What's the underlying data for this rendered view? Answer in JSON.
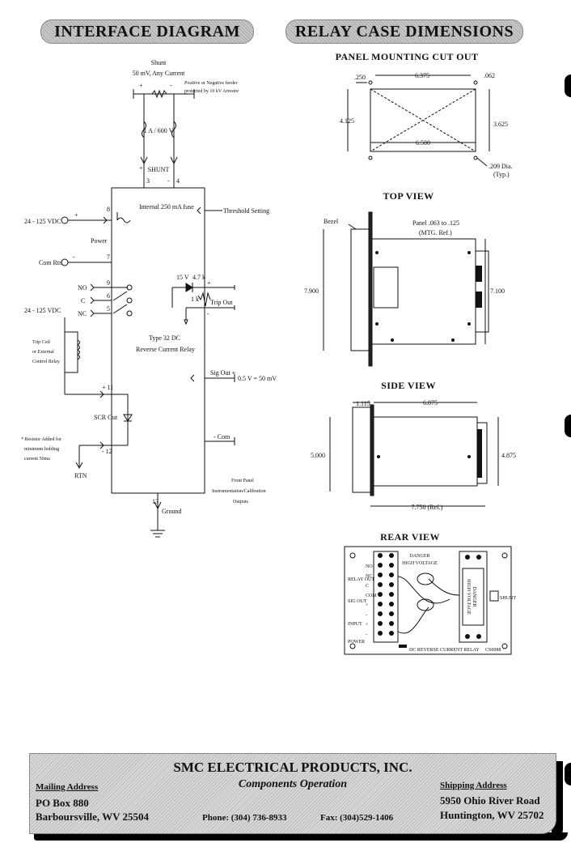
{
  "headers": {
    "interface": "INTERFACE DIAGRAM",
    "relay_case": "RELAY CASE DIMENSIONS"
  },
  "interface_diagram": {
    "shunt_title": "Shunt",
    "shunt_spec": "50 mV, Any Current",
    "feeder_note_1": "Positive or Negative feeder",
    "feeder_note_2": "protected by 10 kV Arrestor",
    "fuse_rating": "1 A / 600 V",
    "shunt_label": "SHUNT",
    "term_3": "3",
    "term_4": "4",
    "plus": "+",
    "minus": "-",
    "internal_fuse": "Internal 250 mA fuse",
    "threshold": "Threshold Setting",
    "supply_1": "24 - 125 VDC",
    "power": "Power",
    "term_8": "8",
    "com_rtn": "Com Rtn",
    "term_7": "7",
    "no": "NO",
    "c": "C",
    "nc": "NC",
    "term_9": "9",
    "term_6": "6",
    "term_5": "5",
    "supply_2": "24 - 125 VDC",
    "led": "15 V",
    "r47": "4.7 k",
    "r1": "1 k",
    "trip_out": "Trip Out",
    "trip_coil_1": "Trip Coil",
    "trip_coil_2": "or External",
    "trip_coil_3": "Control Relay",
    "relay_type_1": "Type 32 DC",
    "relay_type_2": "Reverse Current Relay",
    "sig_out": "Sig Out +",
    "sig_val": "0.5 V = 50 mV",
    "term_11": "+ 11",
    "scr_out": "SCR Out",
    "com": "- Com",
    "resistor_1": "* Resistor Added for",
    "resistor_2": "minimum holding",
    "resistor_3": "current 50ma",
    "term_12": "- 12",
    "rtn": "RTN",
    "front_1": "Front Panel",
    "front_2": "Instrumentation/Calibration",
    "front_3": "Outputs",
    "term_13": "13",
    "ground": "Ground"
  },
  "panel_cutout": {
    "title": "PANEL MOUNTING CUT OUT",
    "d250": ".250",
    "d6375": "6.375",
    "d062": ".062",
    "d4125": "4.125",
    "d3625": "3.625",
    "d6500": "6.500",
    "hole_1": ".209 Dia.",
    "hole_2": "(Typ.)"
  },
  "top_view": {
    "title": "TOP VIEW",
    "bezel": "Bezel",
    "panel_1": "Panel .063 to .125",
    "panel_2": "(MTG. Ref.)",
    "d7900": "7.900",
    "d7100": "7.100"
  },
  "side_view": {
    "title": "SIDE VIEW",
    "d1115": "1.115",
    "d6875": "6.875",
    "d5000": "5.000",
    "d4875": "4.875",
    "d7750": "7.750 (Ref.)"
  },
  "rear_view": {
    "title": "REAR VIEW",
    "danger_1": "DANGER",
    "danger_2": "HIGH VOLTAGE",
    "label_rel": "RELAY OUT",
    "label_sig": "SIG OUT",
    "label_input": "INPUT",
    "label_power": "POWER",
    "label_shunt": "SHUNT",
    "model": "DC REVERSE CURRENT RELAY",
    "code": "CS0088",
    "term_letters": [
      "NO",
      "NC",
      "C",
      "COM",
      "+",
      "-",
      "+",
      "-"
    ]
  },
  "footer": {
    "company": "SMC ELECTRICAL PRODUCTS, INC.",
    "division": "Components Operation",
    "mailing_title": "Mailing Address",
    "mailing_1": "PO Box 880",
    "mailing_2": "Barboursville, WV  25504",
    "phone": "Phone:  (304) 736-8933",
    "fax": "Fax:  (304)529-1406",
    "shipping_title": "Shipping Address",
    "shipping_1": "5950 Ohio River Road",
    "shipping_2": "Huntington, WV  25702"
  }
}
